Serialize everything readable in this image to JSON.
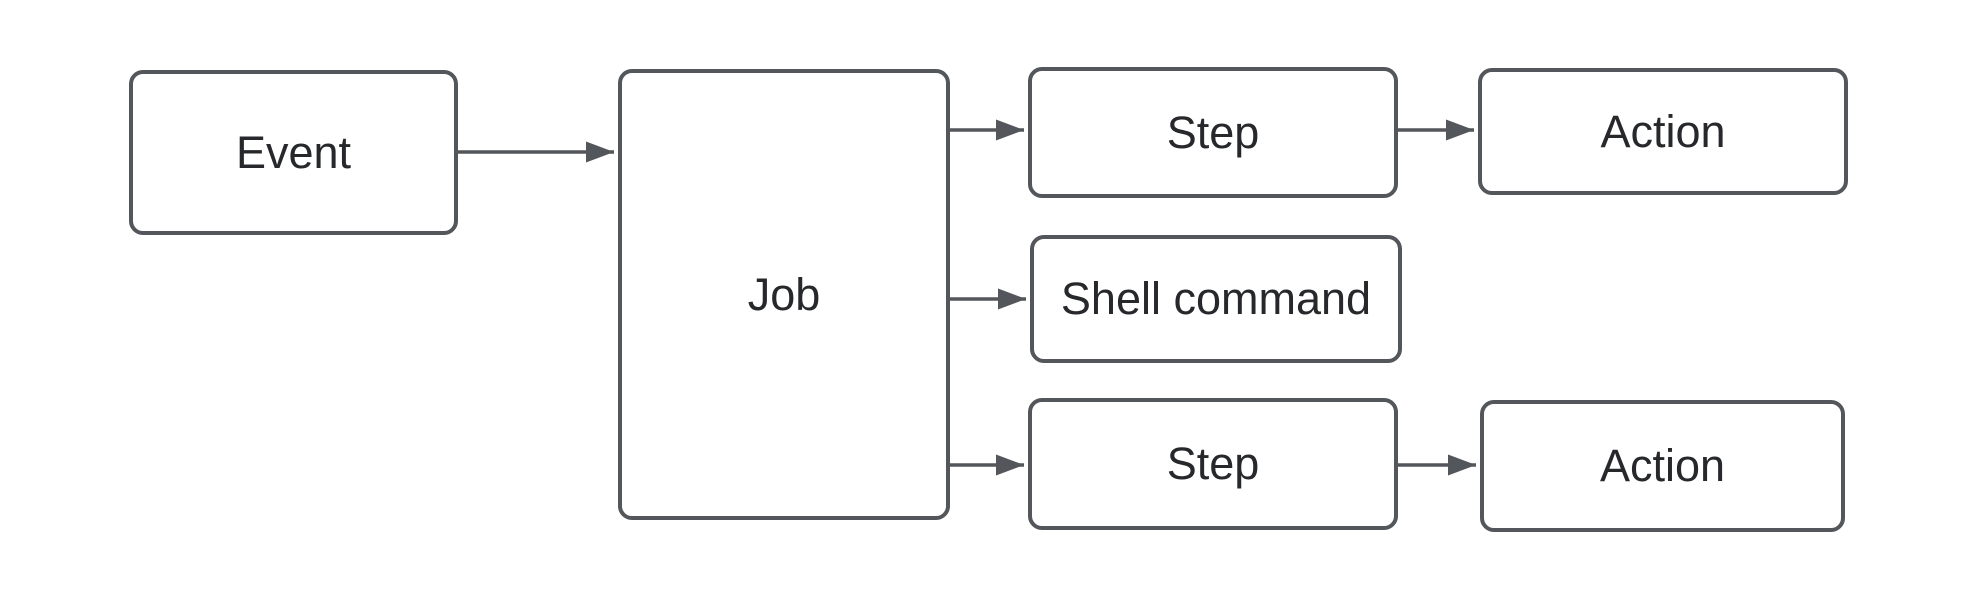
{
  "diagram": {
    "type": "flowchart",
    "colors": {
      "background": "#ffffff",
      "node_fill": "#ffffff",
      "stroke": "#53565A",
      "text": "#26282b"
    },
    "nodes": [
      {
        "id": "event",
        "label": "Event"
      },
      {
        "id": "job",
        "label": "Job"
      },
      {
        "id": "step-top",
        "label": "Step"
      },
      {
        "id": "action-top",
        "label": "Action"
      },
      {
        "id": "shell-command",
        "label": "Shell command"
      },
      {
        "id": "step-bottom",
        "label": "Step"
      },
      {
        "id": "action-bottom",
        "label": "Action"
      }
    ],
    "edges": [
      {
        "from": "event",
        "to": "job"
      },
      {
        "from": "job",
        "to": "step-top"
      },
      {
        "from": "job",
        "to": "shell-command"
      },
      {
        "from": "job",
        "to": "step-bottom"
      },
      {
        "from": "step-top",
        "to": "action-top"
      },
      {
        "from": "step-bottom",
        "to": "action-bottom"
      }
    ]
  }
}
